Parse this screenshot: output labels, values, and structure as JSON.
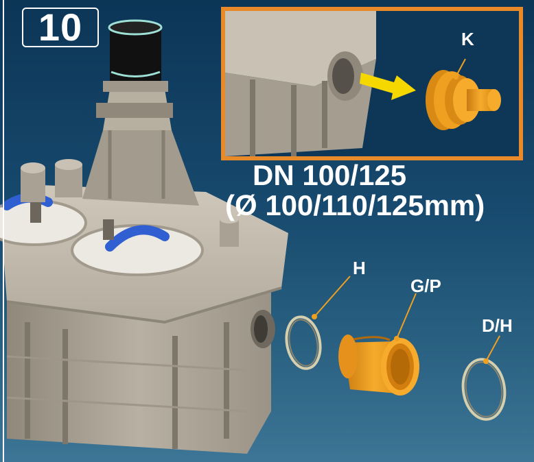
{
  "step": {
    "number": "10"
  },
  "spec": {
    "line1": "DN 100/125",
    "line2": "(Ø 100/110/125mm)"
  },
  "callouts": {
    "k": "K",
    "h": "H",
    "gp": "G/P",
    "dh": "D/H"
  },
  "colors": {
    "background_top": "#0c3556",
    "background_bottom": "#3d7596",
    "frame_orange": "#e8892a",
    "fitting_orange": "#f0a020",
    "arrow_yellow": "#f5d800",
    "tank_grey": "#bdb5a6",
    "handle_blue": "#2f5fd0",
    "label_white": "#ffffff"
  },
  "icons": {
    "arrow": "arrow-right-icon",
    "tank": "lifting-station-illustration"
  }
}
